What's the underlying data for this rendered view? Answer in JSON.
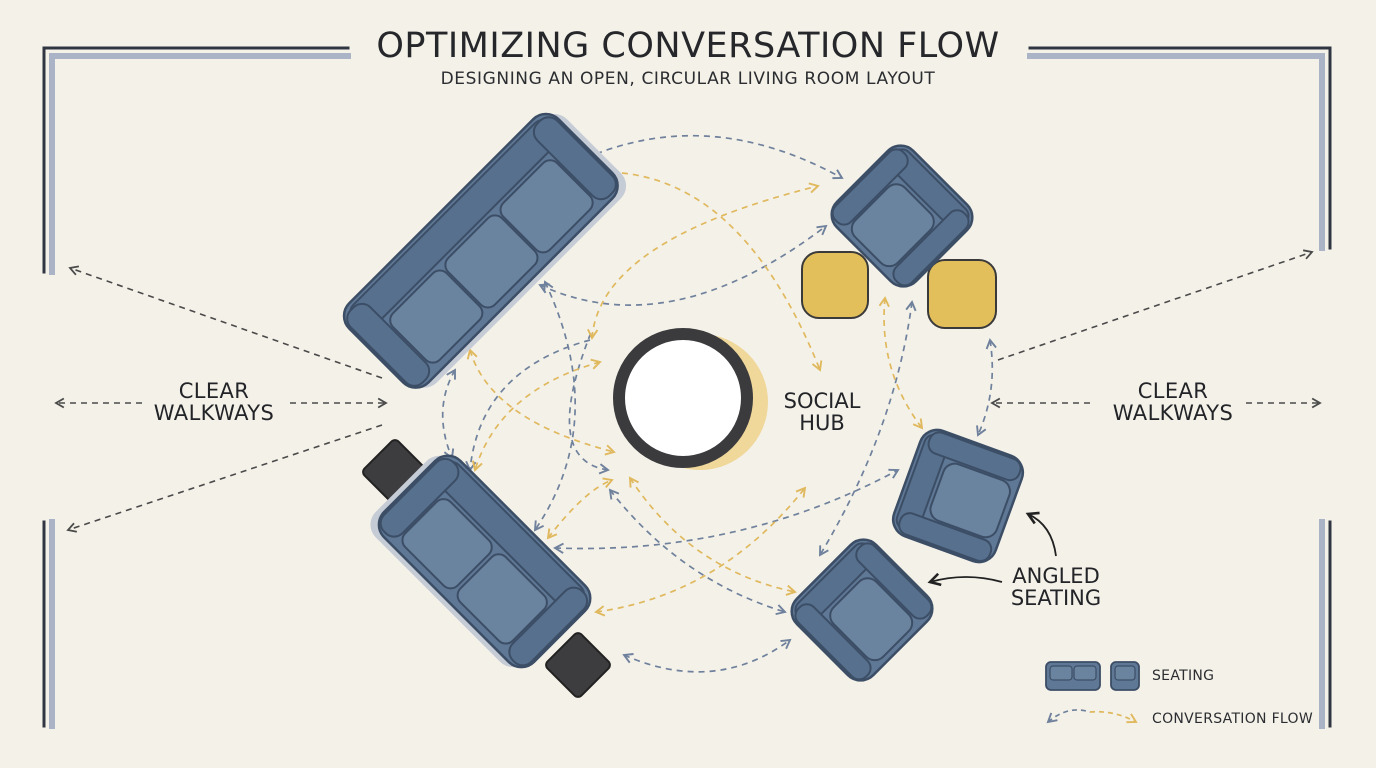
{
  "title": "OPTIMIZING CONVERSATION FLOW",
  "subtitle": "DESIGNING AN OPEN, CIRCULAR LIVING ROOM LAYOUT",
  "labels": {
    "clear_walkways_left": "CLEAR\nWALKWAYS",
    "clear_walkways_right": "CLEAR\nWALKWAYS",
    "social_hub": "SOCIAL\nHUB",
    "angled_seating": "ANGLED\nSEATING"
  },
  "legend": {
    "seating": "SEATING",
    "conversation_flow": "CONVERSATION FLOW"
  },
  "colors": {
    "background": "#f4f1e8",
    "sofa_fill": "#5f7896",
    "sofa_stroke": "#3c4e66",
    "table_yellow": "#e3bf5c",
    "table_dark": "#3d3d40",
    "flow_blue": "#6f819c",
    "flow_yellow": "#e0b95e",
    "walkway_arrow": "#4a4a4a",
    "wall": "#8e9ab0"
  }
}
